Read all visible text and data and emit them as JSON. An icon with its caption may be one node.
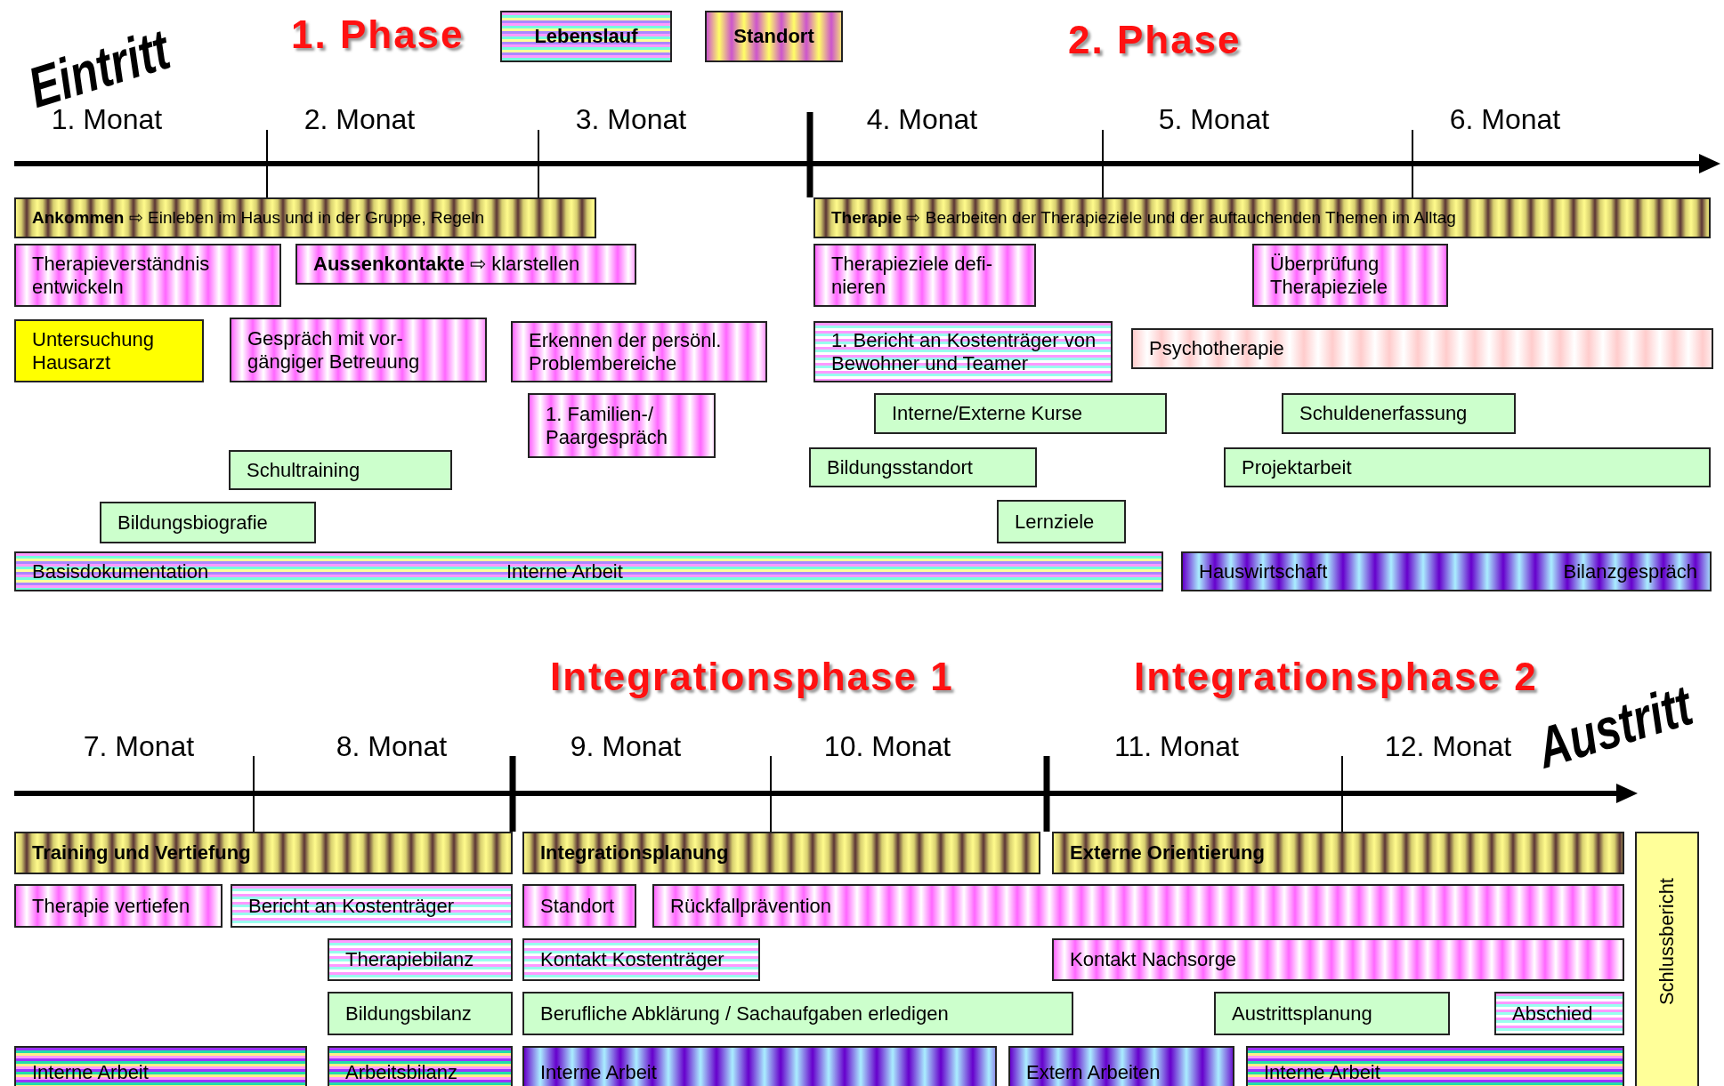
{
  "diagram": {
    "nodes": [
      {
        "text": [
          "Lebenslauf"
        ]
      },
      {
        "text": [
          "Standort"
        ]
      },
      {
        "text": [
          "**Ankommen** ⇨ Einleben im Haus und in der Gruppe, Regeln"
        ]
      },
      {
        "text": [
          "**Therapie** ⇨ Bearbeiten der Therapieziele und der auftauchenden Themen im Alltag"
        ]
      },
      {
        "text": [
          "Therapieverständnis entwickeln"
        ]
      },
      {
        "text": [
          "**Aussenkontakte** ⇨ klarstellen"
        ]
      },
      {
        "text": [
          "Therapieziele defi- nieren"
        ]
      },
      {
        "text": [
          "Überprüfung Therapieziele"
        ]
      },
      {
        "text": [
          "Untersuchung Hausarzt"
        ]
      },
      {
        "text": [
          "Gespräch mit vor- gängiger Betreuung"
        ]
      },
      {
        "text": [
          "Erkennen der persönl. Problembereiche"
        ]
      },
      {
        "text": [
          "1. Bericht an Kostenträger von Bewohner und Teamer"
        ]
      },
      {
        "text": [
          "Psychotherapie"
        ]
      },
      {
        "text": [
          "1. Familien-/ Paargespräch"
        ]
      },
      {
        "text": [
          "Interne/Externe Kurse"
        ]
      },
      {
        "text": [
          "Schuldenerfassung"
        ]
      },
      {
        "text": [
          "Schultraining"
        ]
      },
      {
        "text": [
          "Bildungsstandort"
        ]
      },
      {
        "text": [
          "Projektarbeit"
        ]
      },
      {
        "text": [
          "Bildungsbiografie"
        ]
      },
      {
        "text": [
          "Lernziele"
        ]
      },
      {
        "text": [
          "Basisdokumentation",
          "Interne Arbeit"
        ]
      },
      {
        "text": [
          "Hauswirtschaft",
          "Bilanzgespräch"
        ]
      },
      {
        "text": [
          "Training und Vertiefung"
        ]
      },
      {
        "text": [
          "Integrationsplanung"
        ]
      },
      {
        "text": [
          "Externe Orientierung"
        ]
      },
      {
        "text": [
          "Schlussbericht"
        ]
      },
      {
        "text": [
          "Therapie vertiefen"
        ]
      },
      {
        "text": [
          "Bericht an Kostenträger"
        ]
      },
      {
        "text": [
          "Standort"
        ]
      },
      {
        "text": [
          "Rückfallprävention"
        ]
      },
      {
        "text": [
          "Therapiebilanz"
        ]
      },
      {
        "text": [
          "Kontakt Kostenträger"
        ]
      },
      {
        "text": [
          "Kontakt Nachsorge"
        ]
      },
      {
        "text": [
          "Bildungsbilanz"
        ]
      },
      {
        "text": [
          "Berufliche Abklärung / Sachaufgaben erledigen"
        ]
      },
      {
        "text": [
          "Austrittsplanung"
        ]
      },
      {
        "text": [
          "Abschied"
        ]
      },
      {
        "text": [
          "Interne Arbeit"
        ]
      },
      {
        "text": [
          "Arbeitsbilanz"
        ]
      },
      {
        "text": [
          "Interne Arbeit"
        ]
      },
      {
        "text": [
          "Extern Arbeiten"
        ]
      },
      {
        "text": [
          "Interne Arbeit"
        ]
      }
    ],
    "labels": [
      "Eintritt",
      "1. Phase",
      "2. Phase",
      "1. Monat",
      "2. Monat",
      "3. Monat",
      "4. Monat",
      "5. Monat",
      "6. Monat",
      "Integrationsphase 1",
      "Integrationsphase 2",
      "7. Monat",
      "8. Monat",
      "9. Monat",
      "10. Monat",
      "11. Monat",
      "12. Monat",
      "Austritt"
    ]
  }
}
